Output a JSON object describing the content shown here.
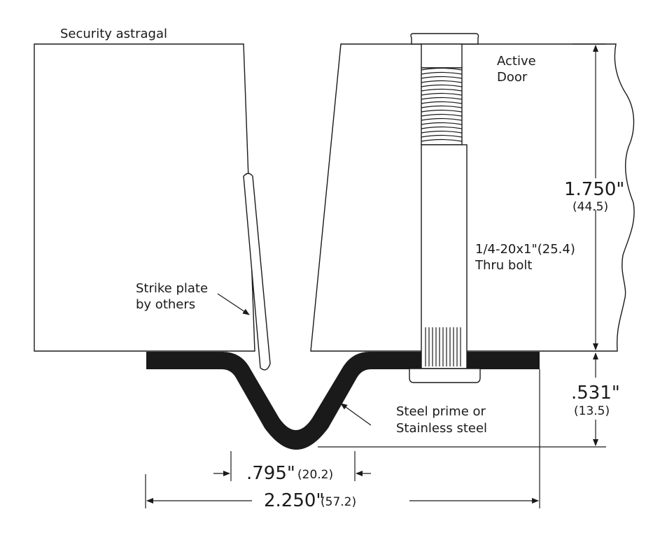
{
  "labels": {
    "security_astragal": "Security astragal",
    "active_door_line1": "Active",
    "active_door_line2": "Door",
    "strike_plate_line1": "Strike plate",
    "strike_plate_line2": "by others",
    "bolt_line1": "1/4-20x1\"(25.4)",
    "bolt_line2": "Thru bolt",
    "material_line1": "Steel prime or",
    "material_line2": "Stainless steel"
  },
  "dimensions": {
    "door_thickness": {
      "imperial": "1.750\"",
      "metric": "(44.5)"
    },
    "astragal_depth": {
      "imperial": ".531\"",
      "metric": "(13.5)"
    },
    "channel_width": {
      "imperial": ".795\"",
      "metric": "(20.2)"
    },
    "overall_width": {
      "imperial": "2.250\"",
      "metric": "(57.2)"
    }
  },
  "colors": {
    "ink": "#1a1a1a",
    "background": "#ffffff"
  }
}
